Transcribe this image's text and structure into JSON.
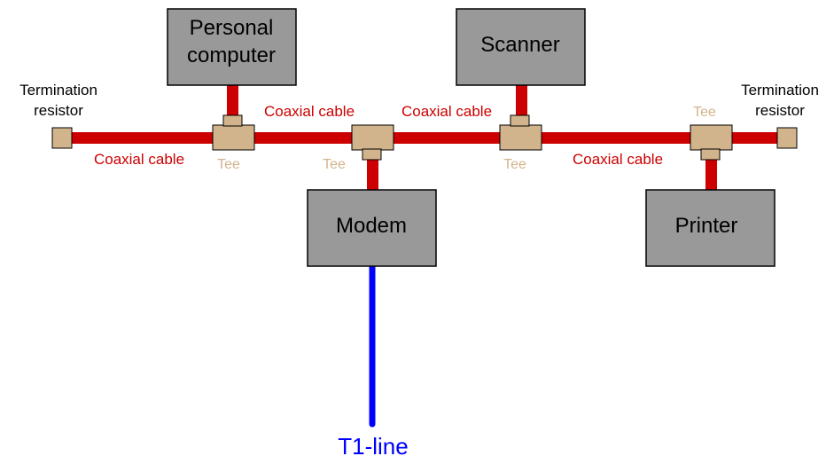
{
  "devices": {
    "computer": {
      "line1": "Personal",
      "line2": "computer"
    },
    "scanner": "Scanner",
    "modem": "Modem",
    "printer": "Printer"
  },
  "terminators": {
    "left": {
      "line1": "Termination",
      "line2": "resistor"
    },
    "right": {
      "line1": "Termination",
      "line2": "resistor"
    }
  },
  "cable_labels": [
    "Coaxial cable",
    "Coaxial cable",
    "Coaxial cable",
    "Coaxial cable"
  ],
  "tee_labels": [
    "Tee",
    "Tee",
    "Tee",
    "Tee"
  ],
  "t1_line": "T1-line",
  "colors": {
    "cable": "#cc0000",
    "tee": "#d2b48c",
    "device": "#999999",
    "t1": "#0000ff"
  }
}
